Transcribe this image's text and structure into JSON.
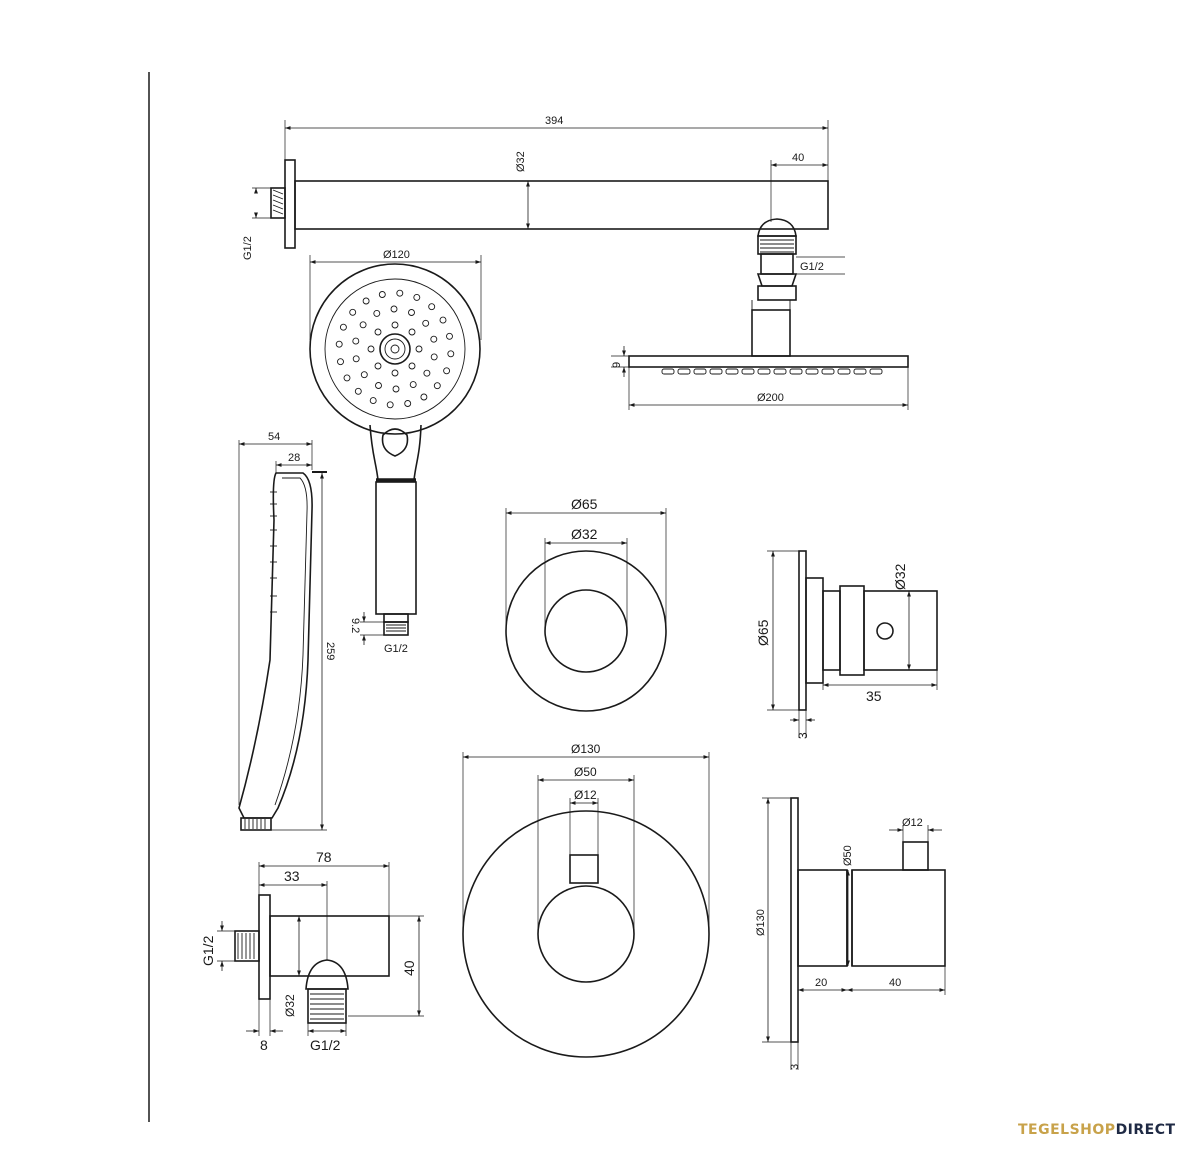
{
  "dimensions": {
    "arm_length": "394",
    "arm_diameter": "Ø32",
    "arm_end": "40",
    "arm_thread": "G1/2",
    "head_thread": "G1/2",
    "head_height": "9",
    "head_diameter": "Ø200",
    "hand_diameter": "Ø120",
    "hand_thread": "G1/2",
    "hand_thread_height": "9.2",
    "side_depth": "54",
    "side_head": "28",
    "side_length": "259",
    "rose_outer": "Ø65",
    "rose_inner": "Ø32",
    "stop_height": "Ø65",
    "stop_diameter": "Ø32",
    "stop_depth": "35",
    "stop_plate": "3",
    "elbow_width": "78",
    "elbow_offset": "33",
    "elbow_height": "40",
    "elbow_thread_in": "G1/2",
    "elbow_diameter": "Ø32",
    "elbow_plate": "8",
    "elbow_thread_out": "G1/2",
    "plate_outer": "Ø130",
    "plate_mid": "Ø50",
    "plate_inner": "Ø12",
    "valve_height": "Ø130",
    "valve_diameter": "Ø50",
    "valve_pin": "Ø12",
    "valve_left": "20",
    "valve_right": "40",
    "valve_plate": "3"
  },
  "brand": {
    "part1": "TEGELSHOP",
    "part2": "DIRECT"
  },
  "colors": {
    "line": "#1a1a1a",
    "brand_gold": "#c8a24a",
    "brand_navy": "#1f2a44"
  }
}
